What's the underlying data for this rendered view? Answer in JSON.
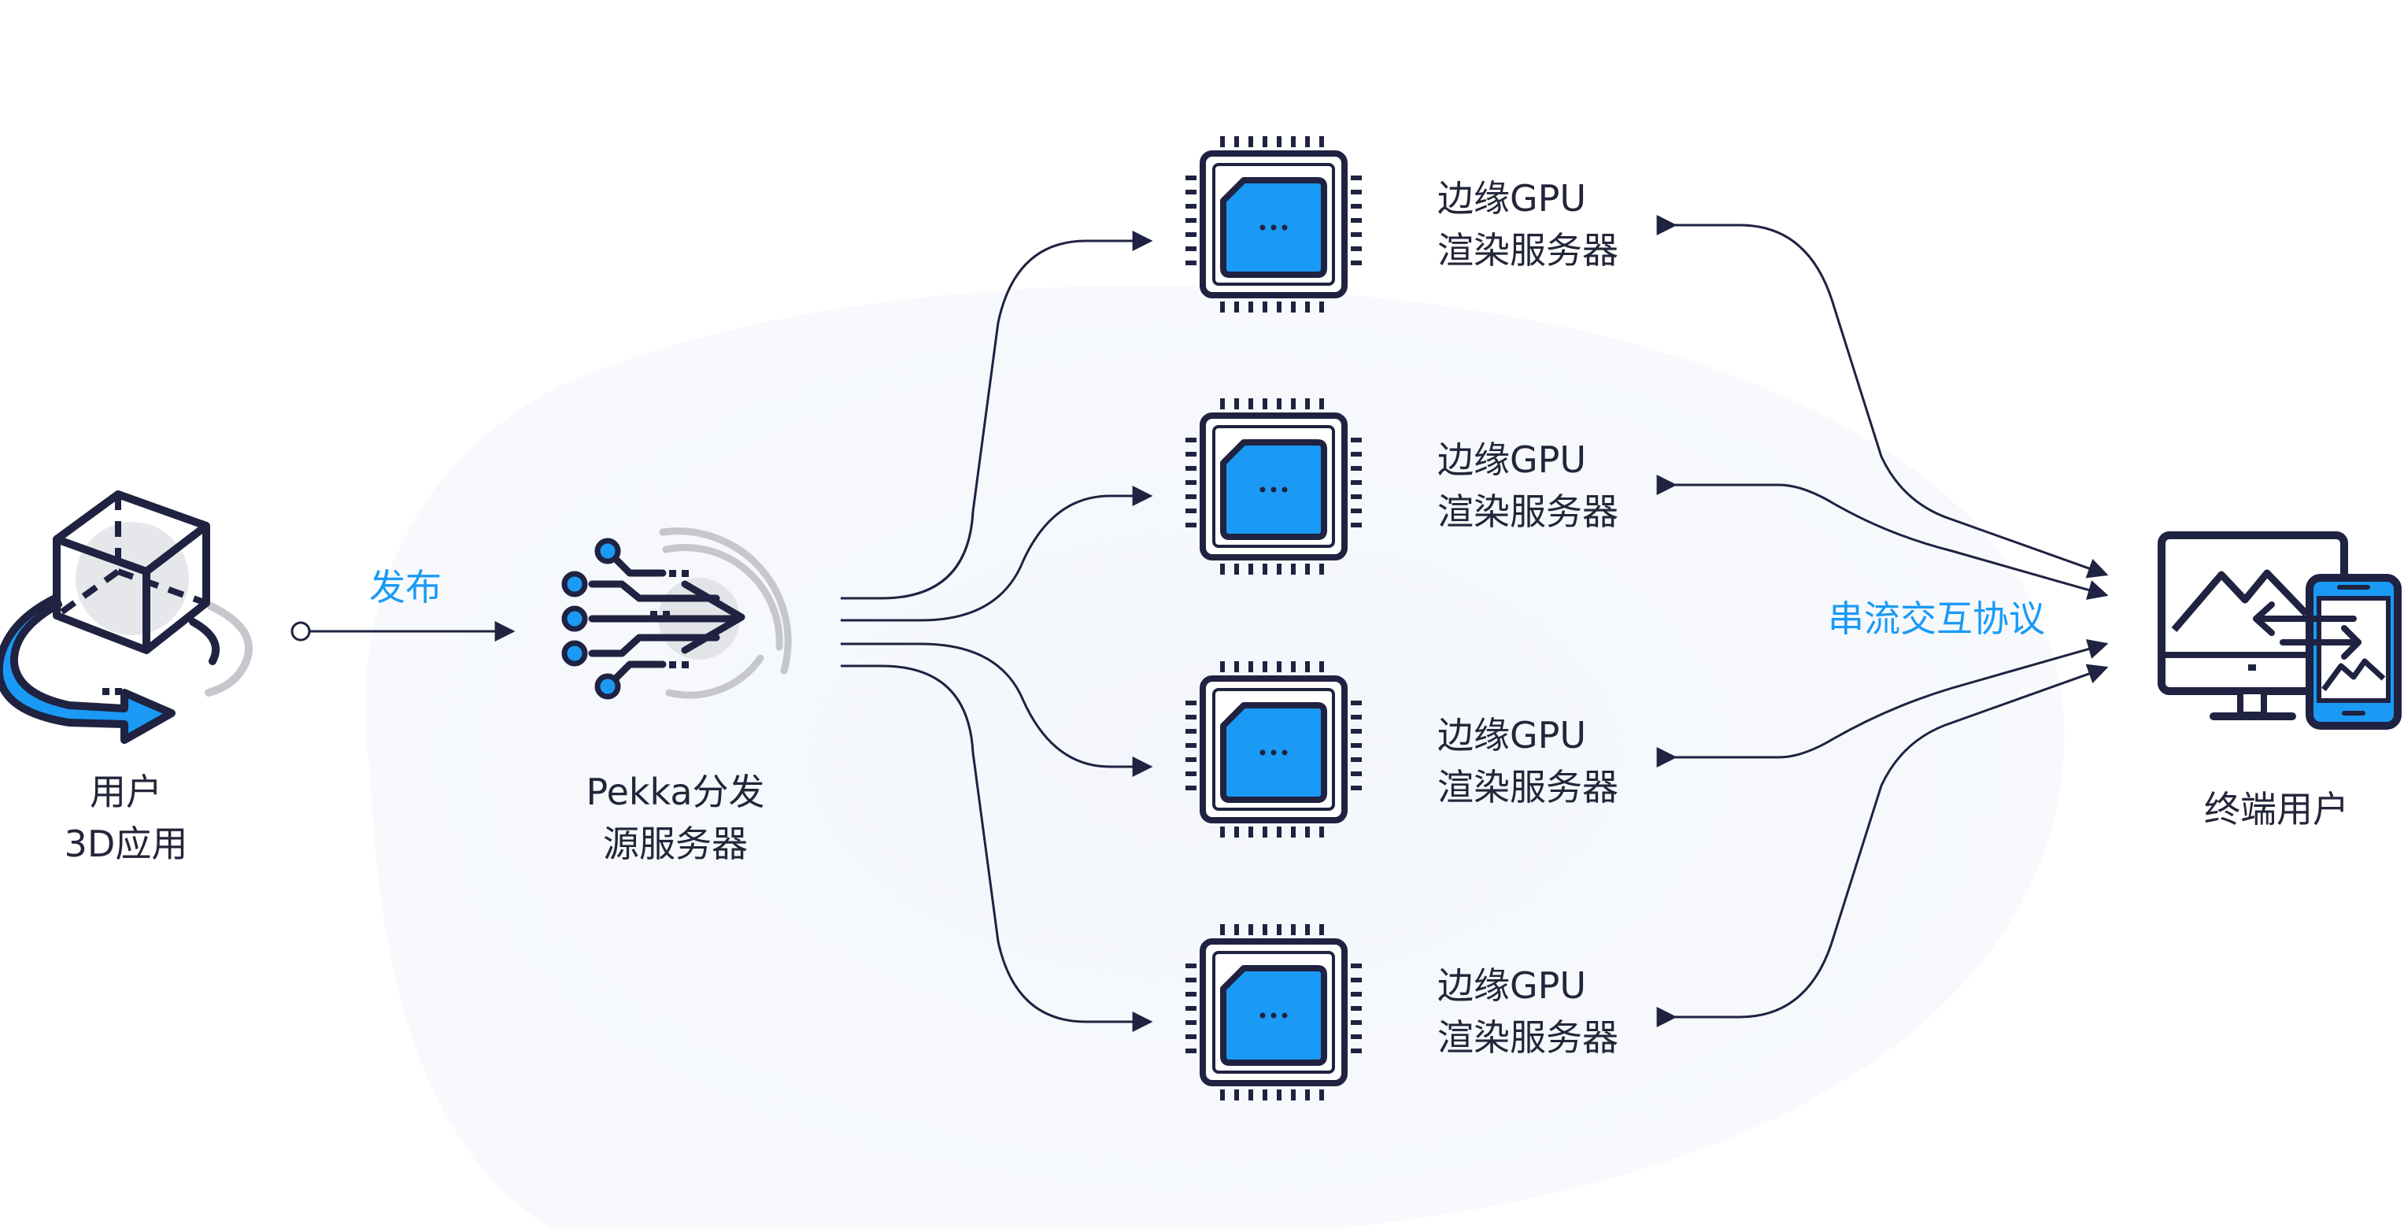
{
  "nodes": {
    "user_app": {
      "label_line1": "用户",
      "label_line2": "3D应用",
      "icon": "cube-rotate-icon"
    },
    "publish_edge": {
      "label": "发布"
    },
    "origin_server": {
      "label_line1": "Pekka分发",
      "label_line2": "源服务器",
      "icon": "distribution-arrow-icon"
    },
    "gpu_servers": [
      {
        "label_line1": "边缘GPU",
        "label_line2": "渲染服务器",
        "icon": "chip-icon"
      },
      {
        "label_line1": "边缘GPU",
        "label_line2": "渲染服务器",
        "icon": "chip-icon"
      },
      {
        "label_line1": "边缘GPU",
        "label_line2": "渲染服务器",
        "icon": "chip-icon"
      },
      {
        "label_line1": "边缘GPU",
        "label_line2": "渲染服务器",
        "icon": "chip-icon"
      }
    ],
    "protocol_edge": {
      "label": "串流交互协议"
    },
    "end_user": {
      "label": "终端用户",
      "icon": "desktop-mobile-icon"
    }
  },
  "colors": {
    "ink": "#1f2240",
    "accent": "#1a9af5",
    "label_text": "#23253a",
    "soft_gray": "#c6c7cc",
    "background_blob": "#f6f8fc"
  },
  "chip_glyph": "···"
}
